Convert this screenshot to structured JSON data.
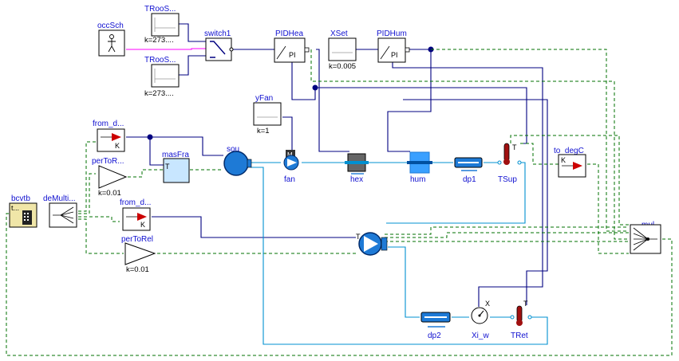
{
  "blocks": {
    "occSch": {
      "name": "occSch"
    },
    "TRooSet1": {
      "name": "TRooS...",
      "param": "k=273...."
    },
    "TRooSet2": {
      "name": "TRooS...",
      "param": "k=273...."
    },
    "switch1": {
      "name": "switch1"
    },
    "PIDHea": {
      "name": "PIDHea",
      "icon_text": "PI"
    },
    "XSet": {
      "name": "XSet",
      "param": "k=0.005"
    },
    "PIDHum": {
      "name": "PIDHum",
      "icon_text": "PI"
    },
    "yFan": {
      "name": "yFan",
      "param": "k=1"
    },
    "from_d1": {
      "name": "from_d...",
      "icon_text": "K"
    },
    "perToRel1": {
      "name": "perToR...",
      "param": "k=0.01"
    },
    "masFra": {
      "name": "masFra",
      "icon_text": "T"
    },
    "sou": {
      "name": "sou"
    },
    "fan": {
      "name": "fan",
      "icon_text": "M"
    },
    "hex": {
      "name": "hex"
    },
    "hum": {
      "name": "hum"
    },
    "dp1": {
      "name": "dp1"
    },
    "TSup": {
      "name": "TSup",
      "icon_text": "T"
    },
    "to_degC": {
      "name": "to_degC",
      "icon_text": "K"
    },
    "bcvtb": {
      "name": "bcvtb",
      "icon_text": "t..."
    },
    "deMulti": {
      "name": "deMulti..."
    },
    "from_d2": {
      "name": "from_d...",
      "icon_text": "K"
    },
    "perToRel2": {
      "name": "perToRel",
      "param": "k=0.01"
    },
    "pump": {
      "name": "",
      "icon_text": "T"
    },
    "mul": {
      "name": "mul"
    },
    "dp2": {
      "name": "dp2"
    },
    "Xi_w": {
      "name": "Xi_w",
      "icon_text": "X"
    },
    "TRet": {
      "name": "TRet",
      "icon_text": "T"
    }
  },
  "colors": {
    "signal": "#000080",
    "boolean": "#ff00ff",
    "dashed": "#007000",
    "fluid": "#0090d0",
    "label": "#1010d0"
  }
}
